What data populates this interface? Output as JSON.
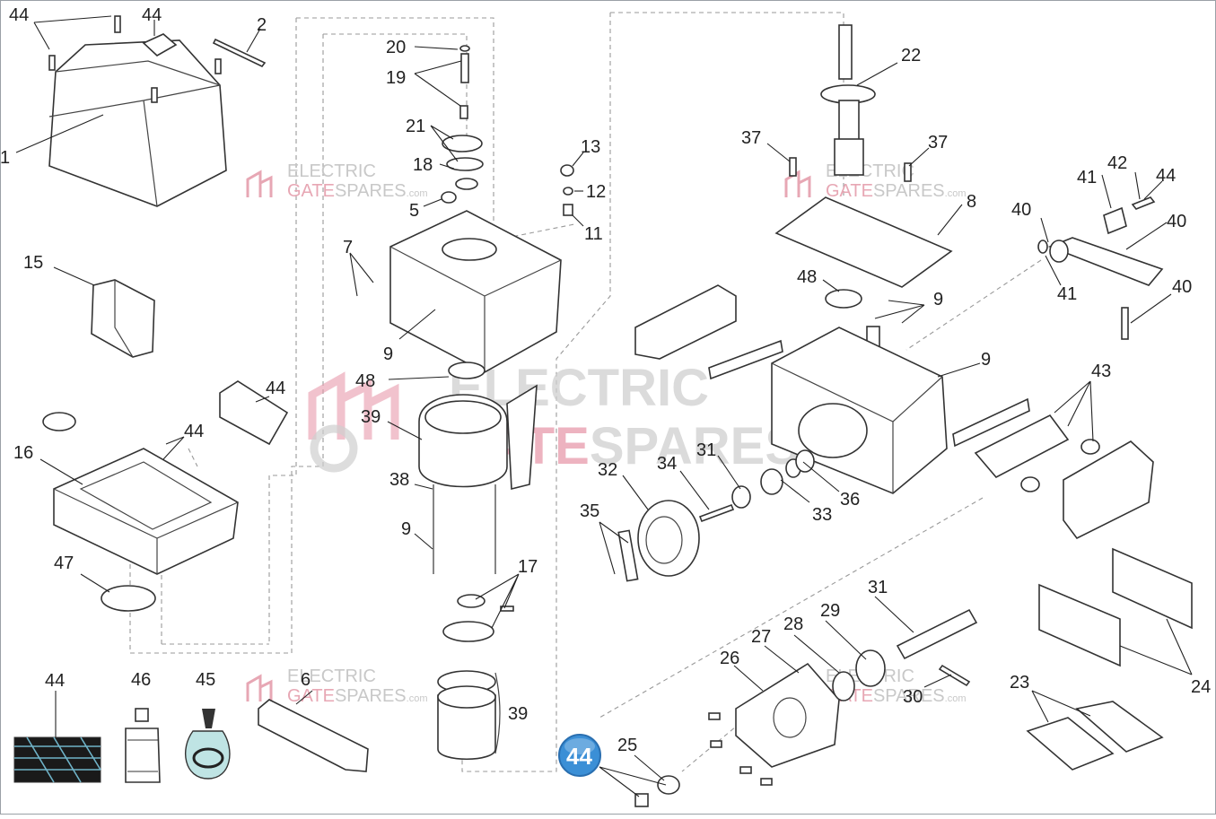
{
  "labels": {
    "l1": "1",
    "l2": "2",
    "l5": "5",
    "l6": "6",
    "l7": "7",
    "l8": "8",
    "l9": "9",
    "l11": "11",
    "l12": "12",
    "l13": "13",
    "l15": "15",
    "l16": "16",
    "l17": "17",
    "l18": "18",
    "l19": "19",
    "l20": "20",
    "l21": "21",
    "l22": "22",
    "l23": "23",
    "l24": "24",
    "l25": "25",
    "l26": "26",
    "l27": "27",
    "l28": "28",
    "l29": "29",
    "l30": "30",
    "l31": "31",
    "l32": "32",
    "l33": "33",
    "l34": "34",
    "l35": "35",
    "l36": "36",
    "l37": "37",
    "l38": "38",
    "l39": "39",
    "l40": "40",
    "l41": "41",
    "l42": "42",
    "l43": "43",
    "l44": "44",
    "l45": "45",
    "l46": "46",
    "l47": "47",
    "l48": "48"
  },
  "badge": "44",
  "watermark": {
    "line1": "ELECTRIC",
    "line2a": "GATE",
    "line2b": "SPARES",
    "com": ".com"
  },
  "colors": {
    "badge": "#3b8fd6",
    "watermark_grey": "#c8c8c8",
    "watermark_pink": "#e79aac"
  }
}
